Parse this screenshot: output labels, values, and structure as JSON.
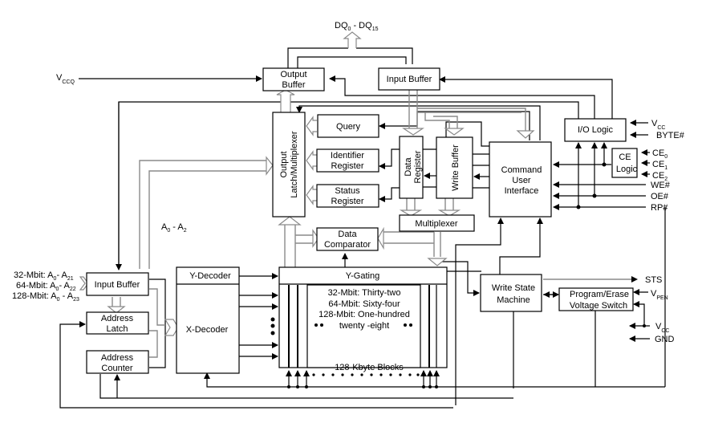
{
  "diagram": {
    "signals": {
      "dq_top": {
        "main": "DQ",
        "sub0": "0",
        "sep": " - DQ",
        "sub1": "15"
      },
      "vccq": {
        "main": "V",
        "sub": "CCQ"
      },
      "vcc_io": {
        "main": "V",
        "sub": "CC"
      },
      "byte": "BYTE#",
      "ce0": {
        "main": "CE",
        "sub": "0"
      },
      "ce1": {
        "main": "CE",
        "sub": "1"
      },
      "ce2": {
        "main": "CE",
        "sub": "2"
      },
      "we": "WE#",
      "oe": "OE#",
      "rp": "RP#",
      "a0a2": {
        "main": "A",
        "sub0": "0",
        "sep": " - A",
        "sub1": "2"
      },
      "addr32": {
        "prefix": "32-Mbit:  A",
        "sub0": "0",
        "sep": "- A",
        "sub1": "21"
      },
      "addr64": {
        "prefix": "64-Mbit: A",
        "sub0": "0",
        "sep": "- A",
        "sub1": "22"
      },
      "addr128": {
        "prefix": "128-Mbit:  A",
        "sub0": "0",
        "sep": " - A",
        "sub1": "23"
      },
      "sts": "STS",
      "vpen": {
        "main": "V",
        "sub": "PEN"
      },
      "vcc_pwr": {
        "main": "V",
        "sub": "CC"
      },
      "gnd": "GND"
    },
    "blocks": {
      "output_buffer": [
        "Output",
        "Buffer"
      ],
      "input_buffer_top": "Input Buffer",
      "io_logic": "I/O Logic",
      "output_latch_mux": [
        "Output",
        "Latch/Multiplexer"
      ],
      "query": "Query",
      "identifier_register": [
        "Identifier",
        "Register"
      ],
      "status_register": [
        "Status",
        "Register"
      ],
      "data_register": [
        "Data",
        "Register"
      ],
      "write_buffer": "Write Buffer",
      "command_user_interface": [
        "Command",
        "User",
        "Interface"
      ],
      "ce_logic": [
        "CE",
        "Logic"
      ],
      "multiplexer": "Multiplexer",
      "data_comparator": [
        "Data",
        "Comparator"
      ],
      "input_buffer_addr": "Input Buffer",
      "address_latch": [
        "Address",
        "Latch"
      ],
      "address_counter": [
        "Address",
        "Counter"
      ],
      "y_decoder": "Y-Decoder",
      "x_decoder": "X-Decoder",
      "y_gating": "Y-Gating",
      "array_text": [
        "32-Mbit: Thirty-two",
        "64-Mbit: Sixty-four",
        "128-Mbit: One-hundred",
        "twenty -eight"
      ],
      "blocks_label": "128-Kbyte Blocks",
      "write_state_machine": [
        "Write State",
        "Machine"
      ],
      "program_erase_switch": [
        "Program/Erase",
        "Voltage Switch"
      ]
    }
  }
}
